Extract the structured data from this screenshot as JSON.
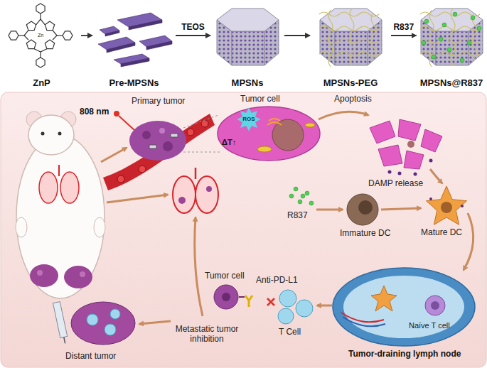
{
  "diagram": {
    "nodes": [
      {
        "text": [
          "ZnP"
        ]
      },
      {
        "text": [
          "Pre-MPSNs"
        ]
      },
      {
        "text": [
          "MPSNs"
        ]
      },
      {
        "text": [
          "MPSNs-PEG"
        ]
      },
      {
        "text": [
          "MPSNs@R837"
        ]
      }
    ],
    "edges": [
      {
        "from": 0,
        "to": 1,
        "arrow": "to"
      },
      {
        "from": 1,
        "to": 2,
        "label": "TEOS",
        "arrow": "to"
      },
      {
        "from": 2,
        "to": 3,
        "arrow": "to"
      },
      {
        "from": 3,
        "to": 4,
        "label": "R837",
        "arrow": "to"
      }
    ],
    "labels": [
      "Zn",
      "808 nm",
      "Primary tumor",
      "Tumor cell",
      "ROS",
      "ΔT↑",
      "Apoptosis",
      "DAMP release",
      "R837",
      "Immature DC",
      "Mature DC",
      "Tumor-draining lymph node",
      "Naïve T cell",
      "T Cell",
      "Anti-PD-L1",
      "Tumor cell",
      "Metastatic tumor inhibition",
      "Distant tumor"
    ]
  }
}
